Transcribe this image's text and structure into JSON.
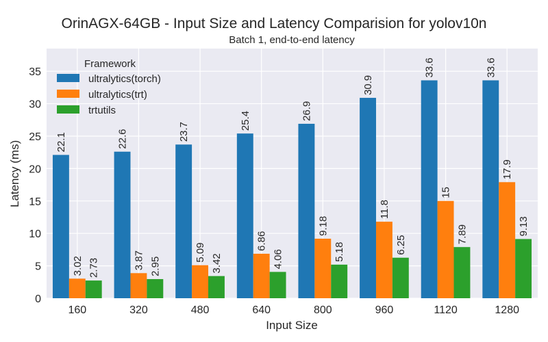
{
  "chart_data": {
    "type": "bar",
    "title": "OrinAGX-64GB - Input Size and Latency Comparision for yolov10n",
    "subtitle": "Batch 1, end-to-end latency",
    "xlabel": "Input Size",
    "ylabel": "Latency (ms)",
    "ylim": [
      0,
      38.5
    ],
    "yticks": [
      0,
      5,
      10,
      15,
      20,
      25,
      30,
      35
    ],
    "grid": true,
    "legend": {
      "title": "Framework",
      "placement": "top-left"
    },
    "categories": [
      "160",
      "320",
      "480",
      "640",
      "800",
      "960",
      "1120",
      "1280"
    ],
    "series": [
      {
        "name": "ultralytics(torch)",
        "color": "#1f77b4",
        "values": [
          22.1,
          22.6,
          23.7,
          25.4,
          26.9,
          30.9,
          33.6,
          33.6
        ],
        "labels": [
          "22.1",
          "22.6",
          "23.7",
          "25.4",
          "26.9",
          "30.9",
          "33.6",
          "33.6"
        ]
      },
      {
        "name": "ultralytics(trt)",
        "color": "#ff7f0e",
        "values": [
          3.02,
          3.87,
          5.09,
          6.86,
          9.18,
          11.8,
          15,
          17.9
        ],
        "labels": [
          "3.02",
          "3.87",
          "5.09",
          "6.86",
          "9.18",
          "11.8",
          "15",
          "17.9"
        ]
      },
      {
        "name": "trtutils",
        "color": "#2ca02c",
        "values": [
          2.73,
          2.95,
          3.42,
          4.06,
          5.18,
          6.25,
          7.89,
          9.13
        ],
        "labels": [
          "2.73",
          "2.95",
          "3.42",
          "4.06",
          "5.18",
          "6.25",
          "7.89",
          "9.13"
        ]
      }
    ],
    "colors": {
      "plot_background": "#eaeaf2",
      "grid": "#ffffff"
    }
  }
}
